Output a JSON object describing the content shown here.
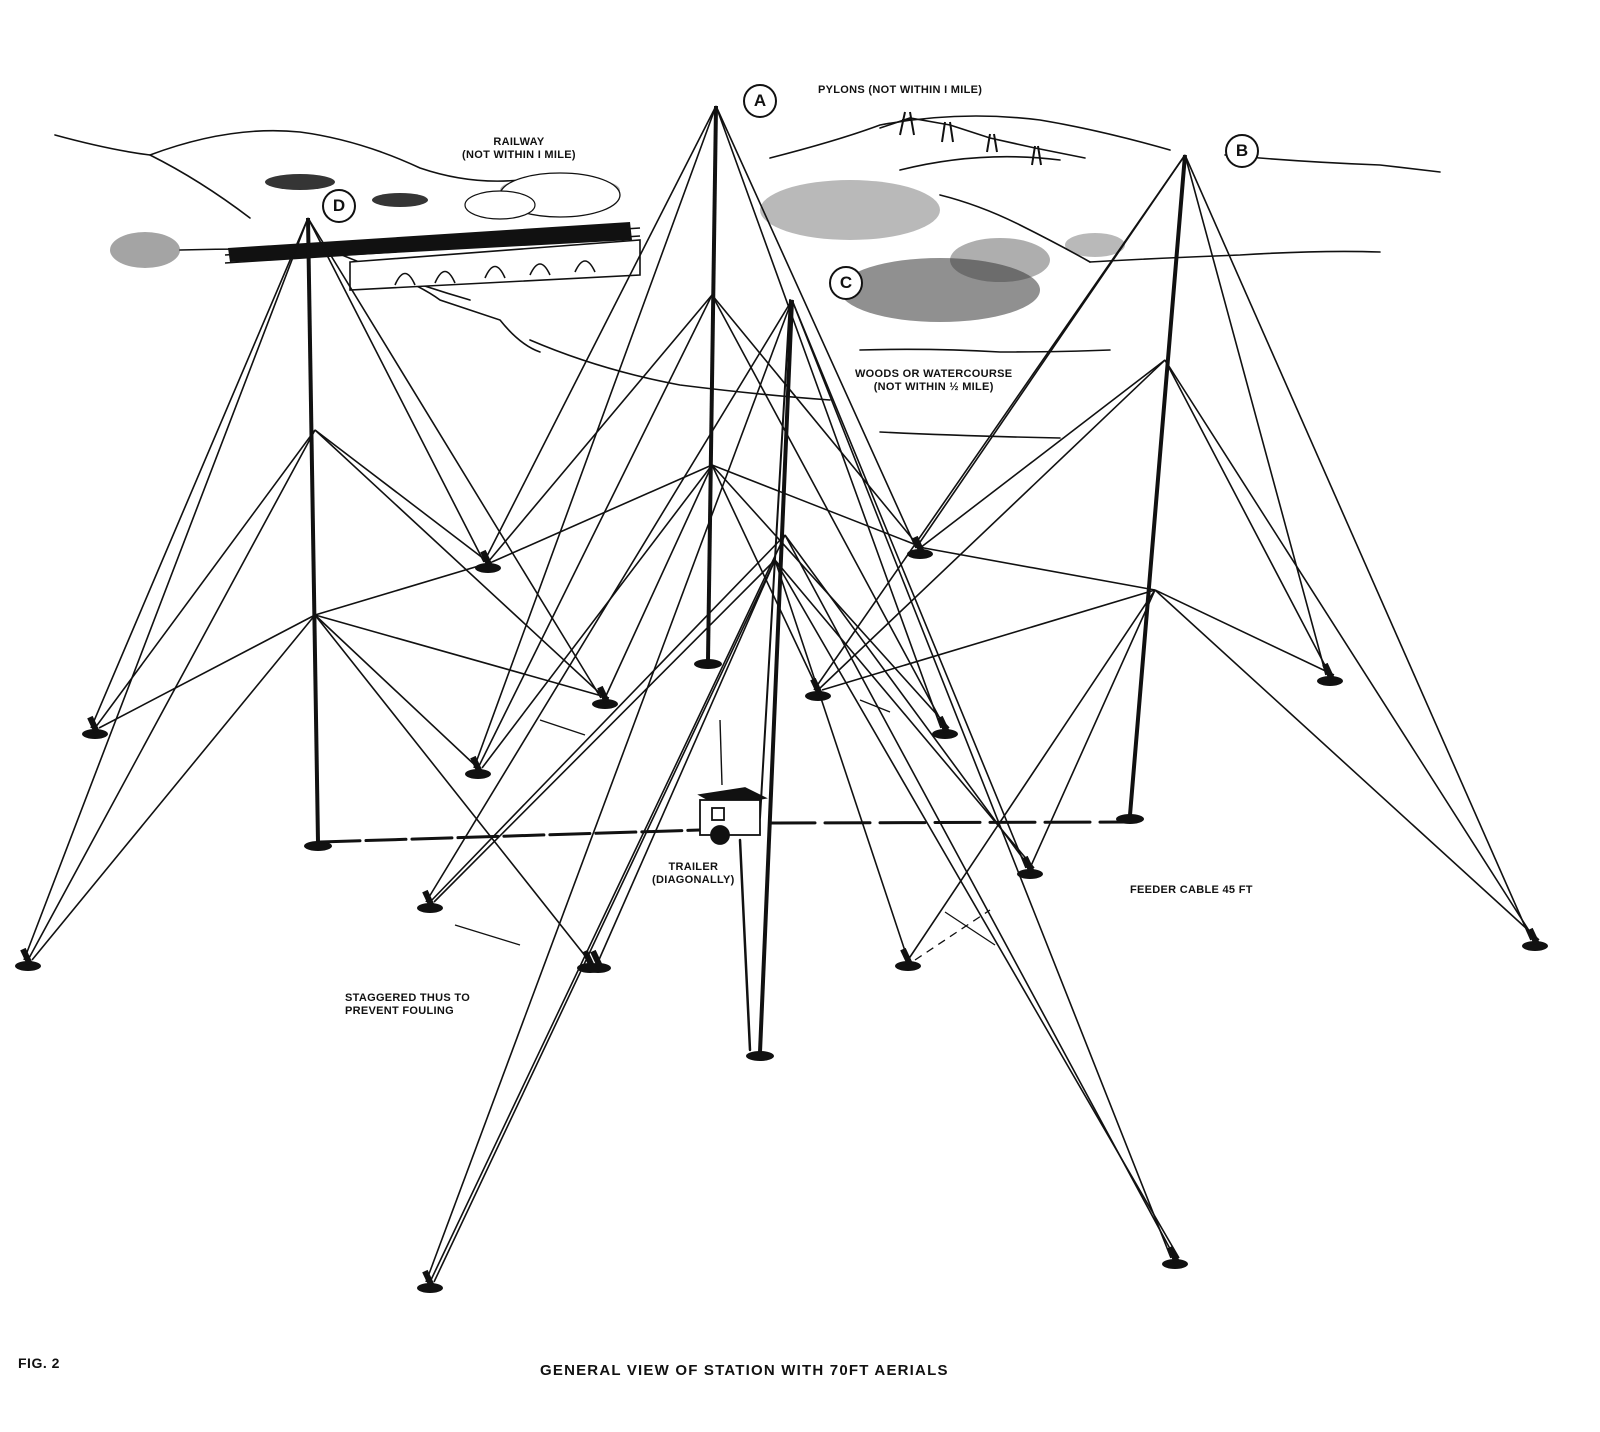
{
  "figure": {
    "number": "FIG. 2",
    "caption": "GENERAL VIEW OF STATION WITH 70FT AERIALS"
  },
  "masts": [
    {
      "id": "A"
    },
    {
      "id": "B"
    },
    {
      "id": "C"
    },
    {
      "id": "D"
    }
  ],
  "labels": {
    "pylons": "PYLONS (NOT WITHIN I MILE)",
    "railway": [
      "RAILWAY",
      "(NOT WITHIN I MILE)"
    ],
    "woods": [
      "WOODS OR WATERCOURSE",
      "(NOT WITHIN ½ MILE)"
    ],
    "trailer": [
      "TRAILER",
      "(DIAGONALLY)"
    ],
    "feeder": "FEEDER CABLE 45 FT",
    "staggered": [
      "STAGGERED THUS TO",
      "PREVENT FOULING"
    ]
  },
  "colors": {
    "ink": "#111111",
    "paper": "#ffffff"
  }
}
